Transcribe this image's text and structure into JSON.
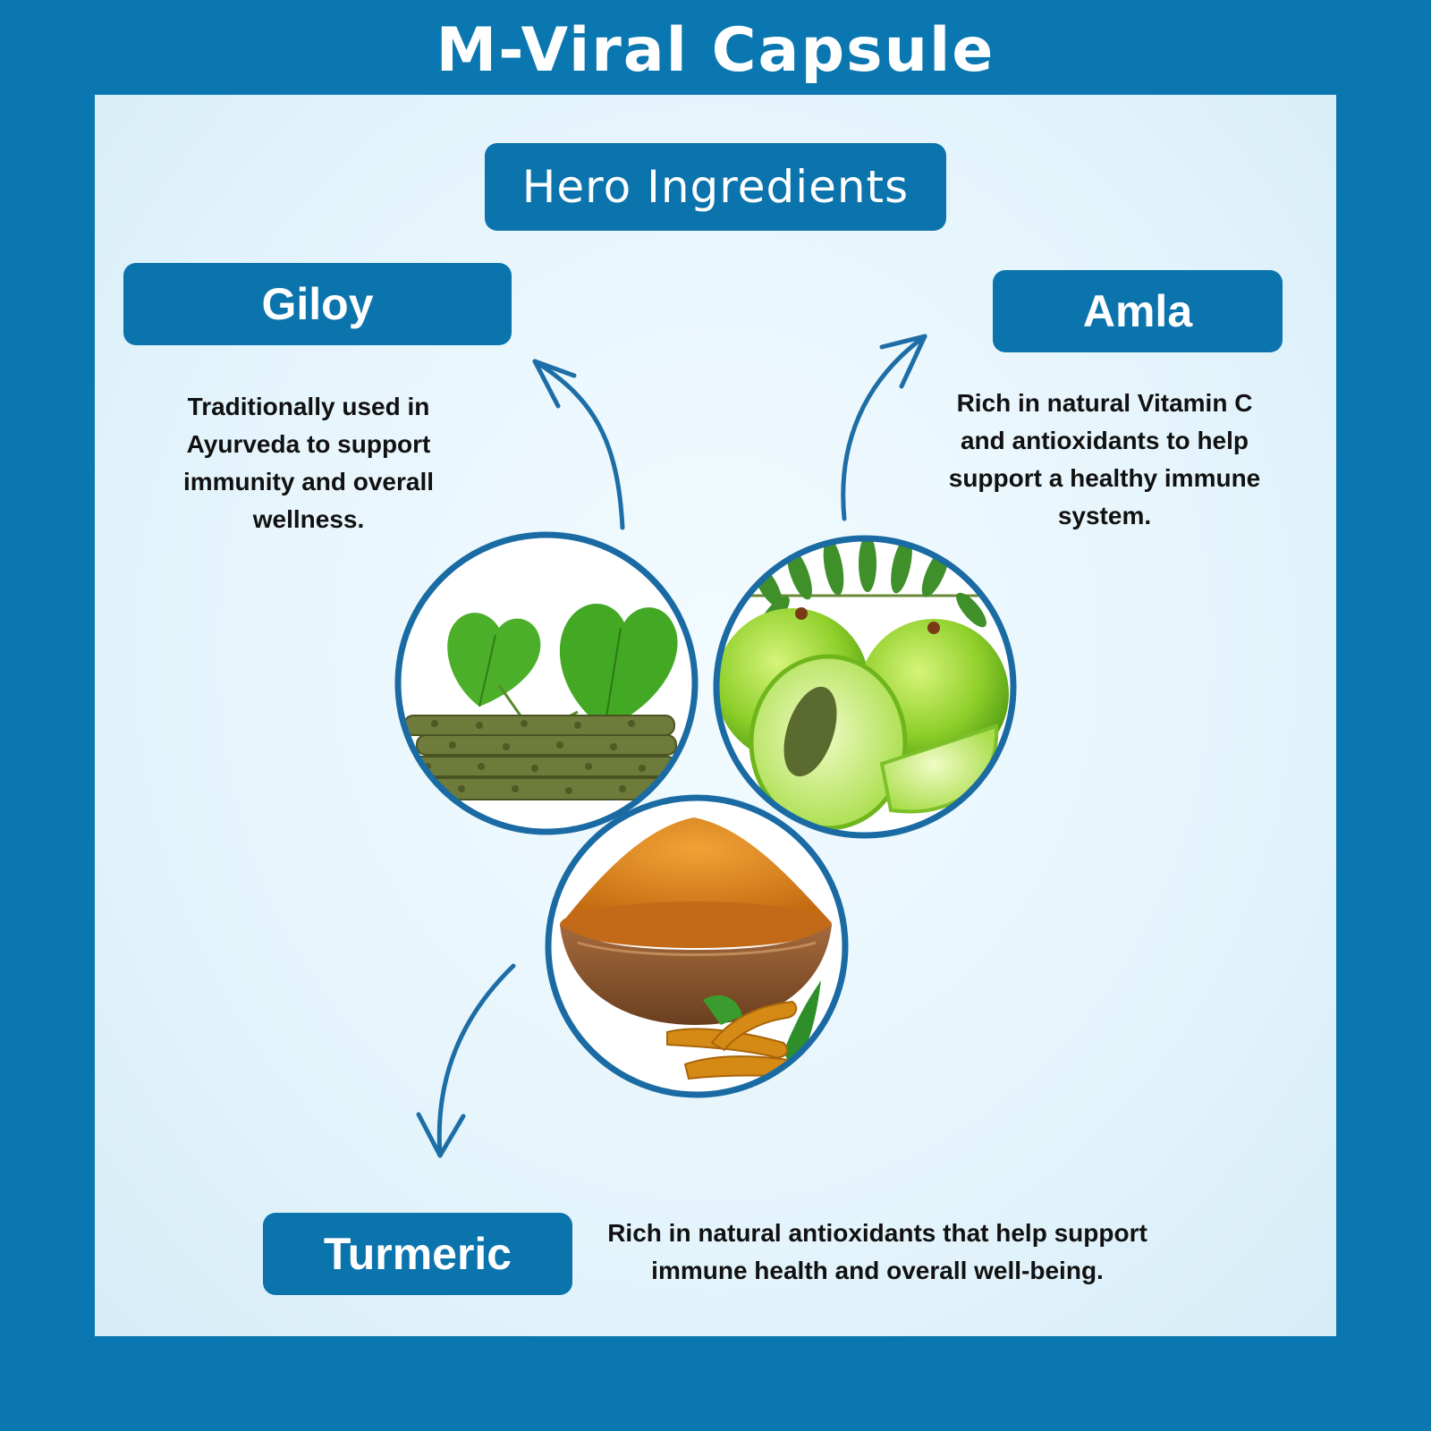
{
  "title": "M-Viral Capsule",
  "heading": "Hero Ingredients",
  "ingredients": [
    {
      "name": "Giloy",
      "description": "Traditionally used in Ayurveda to support immunity and overall wellness.",
      "image": "giloy-stems-and-heart-leaves"
    },
    {
      "name": "Amla",
      "description": "Rich in natural Vitamin C and antioxidants to help support a healthy immune system.",
      "image": "amla-fruits-and-leaves"
    },
    {
      "name": "Turmeric",
      "description": "Rich in natural antioxidants that help support immune health and overall well-being.",
      "image": "turmeric-powder-bowl-and-roots"
    }
  ],
  "colors": {
    "frame": "#0b77b1",
    "pill": "#0b74ad",
    "panel": "#e6f5fc",
    "text": "#111111"
  }
}
